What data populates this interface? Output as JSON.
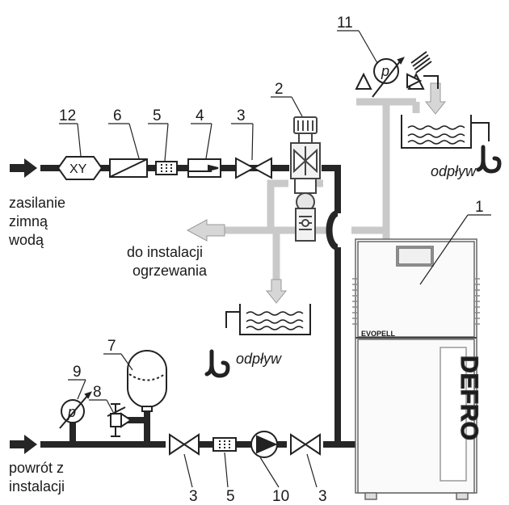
{
  "labels": {
    "supply": [
      "zasilanie",
      "zimną",
      "wodą"
    ],
    "to_heating": [
      "do instalacji",
      "ogrzewania"
    ],
    "return": [
      "powrót z",
      "instalacji"
    ],
    "drain_upper": "odpływ",
    "drain_lower": "odpływ",
    "filter_text": "XY",
    "pressure_symbol": "p",
    "brand": "EVOPELL",
    "maker": "DEFRO"
  },
  "numbers": {
    "n1": "1",
    "n2": "2",
    "n3": "3",
    "n4": "4",
    "n5": "5",
    "n6": "6",
    "n7": "7",
    "n8": "8",
    "n9": "9",
    "n10": "10",
    "n11": "11",
    "n12": "12",
    "n3b": "3",
    "n5b": "5",
    "n3c": "3"
  },
  "colors": {
    "pipe": "#262626",
    "pipe_light": "#c9c9c9",
    "line": "#222222"
  }
}
